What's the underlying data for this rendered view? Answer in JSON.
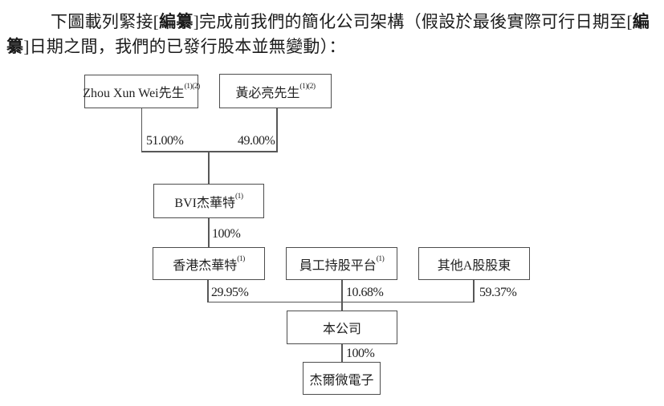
{
  "page": {
    "background_color": "#ffffff",
    "text_color": "#1f1f1f",
    "line_color": "#575757",
    "box_border_color": "#4d4d4d"
  },
  "paragraph": {
    "line1_seg1": "下圖載列緊接[",
    "line1_seg2_bold": "編纂",
    "line1_seg3": "]完成前我們的簡化公司架構（假設於最後實際可行日期至[",
    "line1_seg4_bold": "編",
    "line2_seg1_bold": "纂",
    "line2_seg2": "]日期之間，我們的已發行股本並無變動）："
  },
  "org_chart": {
    "nodes": [
      {
        "id": "zhou-xun-wei",
        "label": "Zhou Xun Wei先生",
        "footnote": "(1)(2)"
      },
      {
        "id": "huang-bi-liang",
        "label": "黃必亮先生",
        "footnote": "(1)(2)"
      },
      {
        "id": "bvi-jiehuate",
        "label": "BVI杰華特",
        "footnote": "(1)"
      },
      {
        "id": "hk-jiehuate",
        "label": "香港杰華特",
        "footnote": "(1)"
      },
      {
        "id": "employee-platform",
        "label": "員工持股平台",
        "footnote": "(1)"
      },
      {
        "id": "other-a-shareholders",
        "label": "其他A股股東",
        "footnote": ""
      },
      {
        "id": "the-company",
        "label": "本公司",
        "footnote": ""
      },
      {
        "id": "jieerwei-electronics",
        "label": "杰爾微電子",
        "footnote": ""
      }
    ],
    "ownership": {
      "zhou_to_bvi": "51.00%",
      "huang_to_bvi": "49.00%",
      "bvi_to_hk": "100%",
      "hk_to_company": "29.95%",
      "platform_to_company": "10.68%",
      "other_to_company": "59.37%",
      "company_to_jieerwei": "100%"
    }
  }
}
